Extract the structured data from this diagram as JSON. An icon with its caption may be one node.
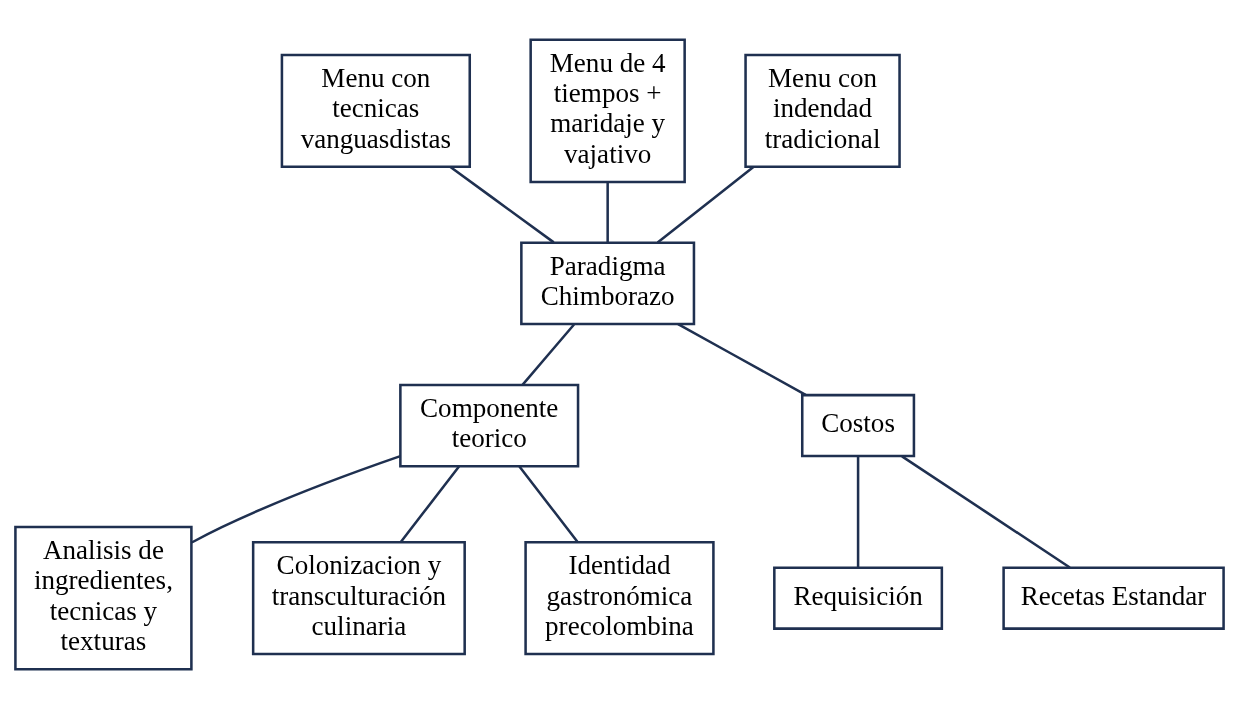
{
  "diagram": {
    "nodes": [
      {
        "text": [
          "Menu con tecnicas vanguasdistas"
        ]
      },
      {
        "text": [
          "Menu de 4 tiempos + maridaje y vajativo"
        ]
      },
      {
        "text": [
          "Menu con indendad tradicional"
        ]
      },
      {
        "text": [
          "Paradigma Chimborazo"
        ]
      },
      {
        "text": [
          "Componente teorico"
        ]
      },
      {
        "text": [
          "Costos"
        ]
      },
      {
        "text": [
          "Analisis de ingredientes, tecnicas y texturas"
        ]
      },
      {
        "text": [
          "Requisición"
        ]
      },
      {
        "text": [
          "Recetas Estandar"
        ]
      },
      {
        "text": [
          "Colonizacion y transculturación culinaria"
        ]
      },
      {
        "text": [
          "Identidad gastronómica precolombina"
        ]
      }
    ],
    "edges": [
      {
        "from": 0,
        "to": 3,
        "arrow": "none"
      },
      {
        "from": 1,
        "to": 3,
        "arrow": "none"
      },
      {
        "from": 2,
        "to": 3,
        "arrow": "none"
      },
      {
        "from": 3,
        "to": 4,
        "arrow": "none"
      },
      {
        "from": 3,
        "to": 5,
        "arrow": "none"
      },
      {
        "from": 4,
        "to": 6,
        "arrow": "none"
      },
      {
        "from": 4,
        "to": 9,
        "arrow": "none"
      },
      {
        "from": 4,
        "to": 10,
        "arrow": "none"
      },
      {
        "from": 5,
        "to": 7,
        "arrow": "none"
      },
      {
        "from": 5,
        "to": 8,
        "arrow": "none"
      }
    ]
  }
}
